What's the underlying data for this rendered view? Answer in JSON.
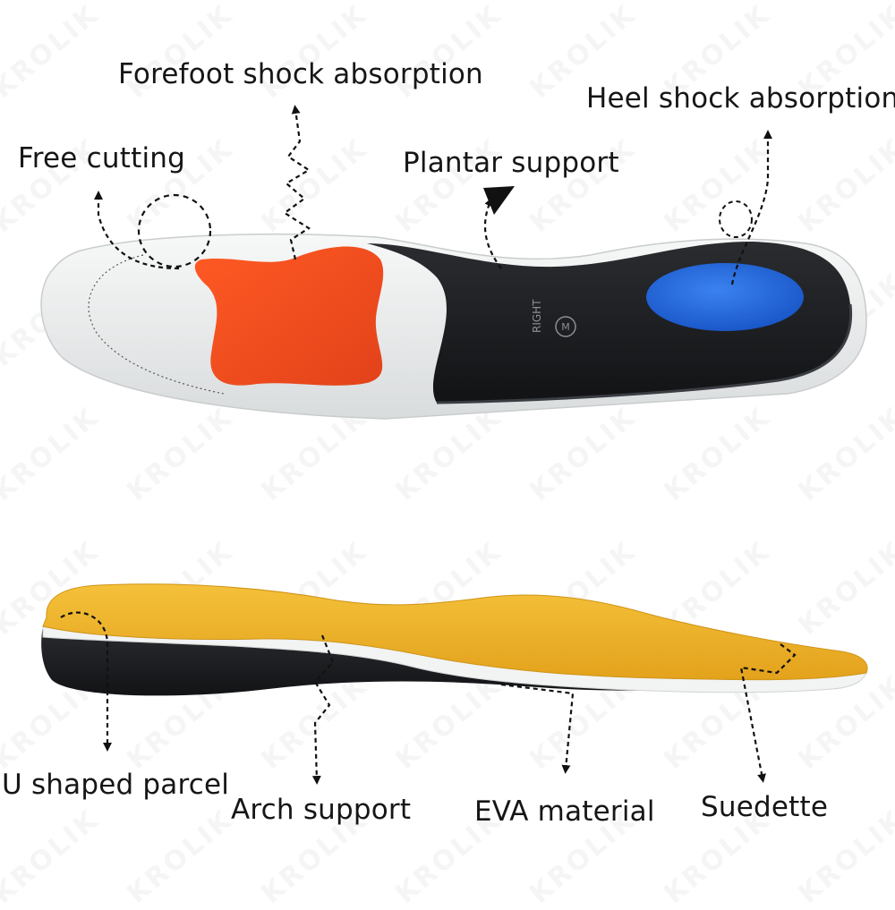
{
  "watermark": "KROLIK",
  "labels": {
    "forefoot": "Forefoot shock absorption",
    "heel": "Heel shock absorption",
    "free_cutting": "Free cutting",
    "plantar": "Plantar support",
    "u_shaped": "U shaped parcel",
    "arch": "Arch support",
    "eva": "EVA material",
    "suedette": "Suedette"
  },
  "insole_marking": {
    "side": "RIGHT",
    "size": "M"
  },
  "colors": {
    "white_shell": "#eceeef",
    "black_heel": "#1d1f22",
    "forefoot_pad": "#f04a1d",
    "heel_pad": "#1f64d8",
    "suede_top": "#f0b327"
  }
}
